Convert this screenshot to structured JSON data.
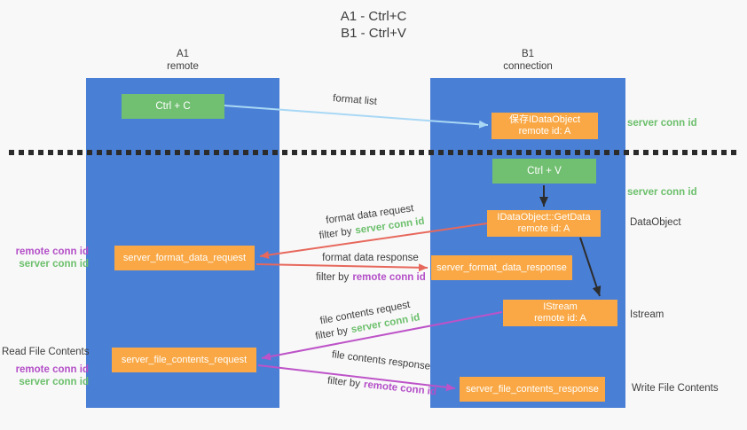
{
  "title": {
    "line1": "A1 - Ctrl+C",
    "line2": "B1 - Ctrl+V"
  },
  "lanes": {
    "left": {
      "name": "A1",
      "role": "remote"
    },
    "right": {
      "name": "B1",
      "role": "connection"
    }
  },
  "nodes": {
    "ctrl_c": {
      "label": "Ctrl + C"
    },
    "save_dataobject": {
      "title": "保存IDataObject",
      "subtitle": "remote id: A"
    },
    "ctrl_v": {
      "label": "Ctrl + V"
    },
    "getdata": {
      "title": "IDataObject::GetData",
      "subtitle": "remote id: A"
    },
    "format_data_request": {
      "label": "server_format_data_request"
    },
    "format_data_response": {
      "label": "server_format_data_response"
    },
    "istream": {
      "title": "IStream",
      "subtitle": "remote id: A"
    },
    "file_contents_request": {
      "label": "server_file_contents_request"
    },
    "file_contents_response": {
      "label": "server_file_contents_response"
    }
  },
  "flow_labels": {
    "format_list": "format list",
    "format_data_request": "format data request",
    "format_data_response": "format data response",
    "file_contents_request": "file contents request",
    "file_contents_response": "file contents response"
  },
  "terms": {
    "filter_by": "filter by",
    "server_conn_id": "server conn id",
    "remote_conn_id": "remote conn id"
  },
  "side_labels": {
    "right": {
      "server_conn_id_top": "server conn id",
      "server_conn_id_mid": "server conn id",
      "dataobject": "DataObject",
      "istream": "Istream",
      "write_file_contents": "Write File Contents"
    },
    "left": {
      "remote_conn_id": "remote conn id",
      "server_conn_id": "server conn id",
      "read_file_contents": "Read File Contents"
    }
  },
  "colors": {
    "lane_blue": "#4a7fd6",
    "node_green": "#71bf71",
    "node_orange": "#f9a845",
    "arrow_blue": "#a9d8f5",
    "arrow_red": "#e7685c",
    "arrow_purple": "#bd53c8",
    "arrow_black": "#2d2d2d",
    "term_green": "#6cbf6c",
    "term_purple": "#b44fc8",
    "background": "#f8f8f8"
  }
}
